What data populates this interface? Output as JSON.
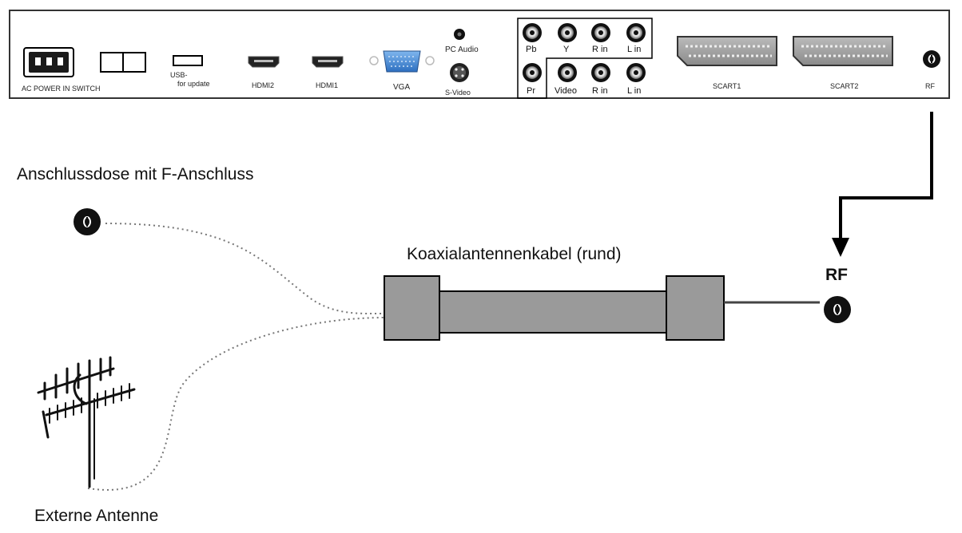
{
  "panel": {
    "ac_power_label": "AC POWER IN SWITCH",
    "usb_label_1": "USB-",
    "usb_label_2": "for update",
    "hdmi2_label": "HDMI2",
    "hdmi1_label": "HDMI1",
    "vga_label": "VGA",
    "pc_audio_label": "PC  Audio",
    "svideo_label": "S-Video",
    "pb_label": "Pb",
    "y_label": "Y",
    "r_in_top_label": "R in",
    "l_in_top_label": "L in",
    "pr_label": "Pr",
    "video_label": "Video",
    "r_in_bottom_label": "R in",
    "l_in_bottom_label": "L in",
    "scart1_label": "SCART1",
    "scart2_label": "SCART2",
    "rf_label": "RF"
  },
  "diagram": {
    "wall_socket_label": "Anschlussdose mit F-Anschluss",
    "cable_label": "Koaxialantennenkabel (rund)",
    "rf_label": "RF",
    "antenna_label": "Externe Antenne"
  }
}
